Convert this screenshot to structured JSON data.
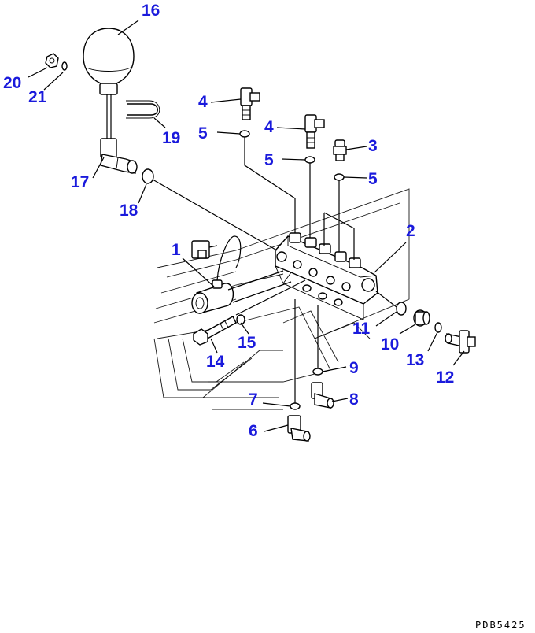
{
  "drawing_code": "PDB5425",
  "callouts": {
    "c1": "1",
    "c2": "2",
    "c3": "3",
    "c4a": "4",
    "c4b": "4",
    "c5a": "5",
    "c5b": "5",
    "c5c": "5",
    "c6": "6",
    "c7": "7",
    "c8": "8",
    "c9": "9",
    "c10": "10",
    "c11": "11",
    "c12": "12",
    "c13": "13",
    "c14": "14",
    "c15": "15",
    "c16": "16",
    "c17": "17",
    "c18": "18",
    "c19": "19",
    "c20": "20",
    "c21": "21"
  },
  "colors": {
    "callout": "#1a1adc",
    "line": "#000000",
    "background": "#ffffff"
  }
}
